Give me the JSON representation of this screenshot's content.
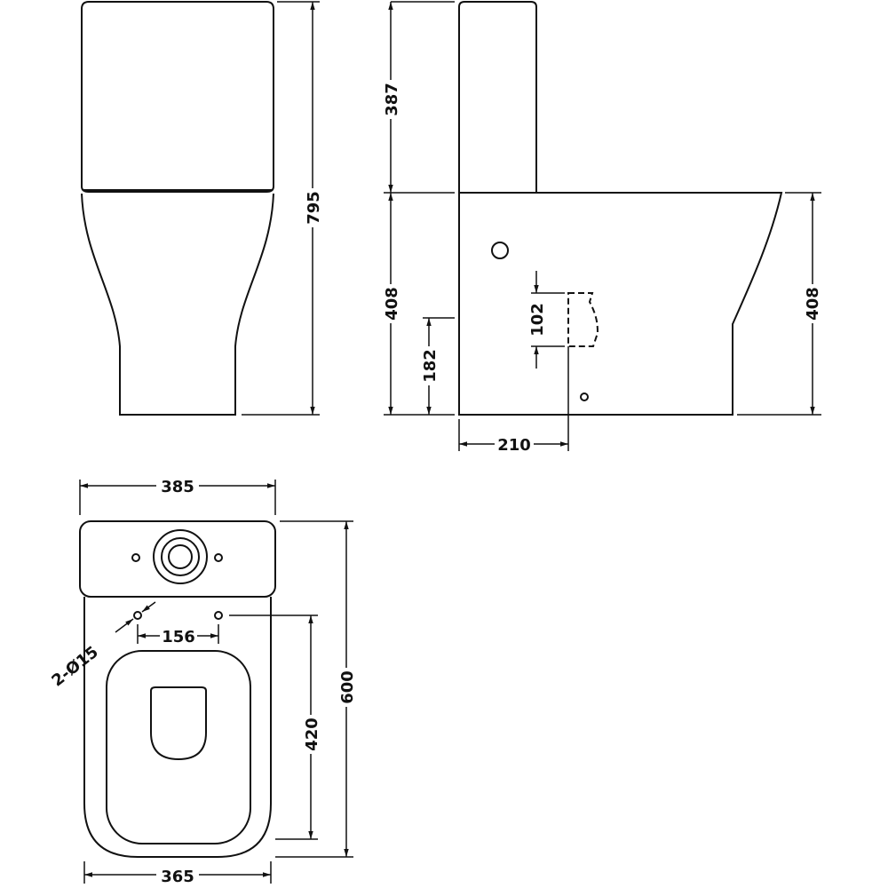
{
  "drawing": {
    "front_view": {
      "overall_height": "795"
    },
    "side_view": {
      "cistern_height": "387",
      "pan_height_left": "408",
      "waste_height": "182",
      "waste_outlet_height": "102",
      "waste_setout": "210",
      "pan_height_right": "408"
    },
    "plan_view": {
      "cistern_width": "385",
      "overall_depth": "600",
      "fixing_to_front": "420",
      "fixing_centres": "156",
      "fixing_holes": "2-Ø15",
      "pan_width": "365"
    }
  }
}
